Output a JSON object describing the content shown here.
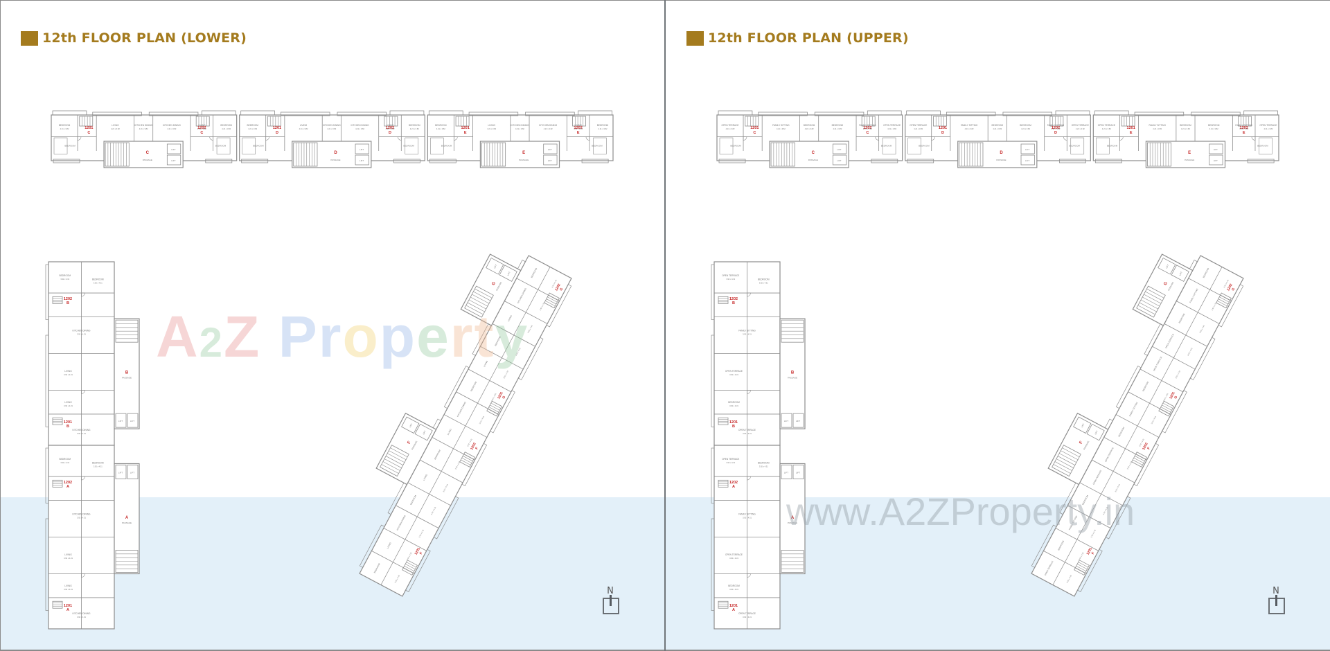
{
  "colors": {
    "accent": "#a47b1e",
    "background": "#ffffff",
    "band": "#e3f0f9",
    "wall": "#8d8d8d",
    "unit_label": "#c62828",
    "divider": "#6f7478"
  },
  "panels": [
    {
      "title": "12th FLOOR PLAN (LOWER)",
      "top_wing": {
        "units": [
          {
            "no": "1201",
            "block": "C"
          },
          {
            "no": "1202",
            "block": "C"
          },
          {
            "no": "1201",
            "block": "D"
          },
          {
            "no": "1202",
            "block": "D"
          },
          {
            "no": "1201",
            "block": "E"
          },
          {
            "no": "1202",
            "block": "E"
          }
        ],
        "cores": [
          {
            "block": "C",
            "label": "PASSAGE",
            "lift": "LIFT"
          },
          {
            "block": "D",
            "label": "PASSAGE",
            "lift": "LIFT"
          },
          {
            "block": "E",
            "label": "PASSAGE",
            "lift": "LIFT"
          }
        ],
        "rooms": [
          "BEDROOM",
          "LIVING",
          "KITCHEN DINING",
          "TOILET",
          "BALCONY",
          "FOYER",
          "WASH",
          "BEDROOM"
        ]
      },
      "left_wing": {
        "units": [
          {
            "no": "1202",
            "block": "B"
          },
          {
            "no": "1201",
            "block": "B"
          },
          {
            "no": "1202",
            "block": "A"
          },
          {
            "no": "1201",
            "block": "A"
          }
        ],
        "cores": [
          {
            "block": "B",
            "label": "PASSAGE",
            "lift": "LIFT"
          },
          {
            "block": "A",
            "label": "PASSAGE",
            "lift": "LIFT"
          }
        ],
        "rooms": [
          "BEDROOM",
          "KITCHEN DINING",
          "LIVING",
          "TOILET",
          "WASH",
          "FOYER"
        ]
      },
      "rotated_wing": {
        "units": [
          "1201 F",
          "1202 F",
          "1201 G",
          "1202 G"
        ],
        "cores": [
          "F",
          "G"
        ]
      },
      "north_label": "N"
    },
    {
      "title": "12th FLOOR PLAN (UPPER)",
      "top_wing": {
        "units": [
          {
            "no": "1201",
            "block": "C"
          },
          {
            "no": "1202",
            "block": "C"
          },
          {
            "no": "1201",
            "block": "D"
          },
          {
            "no": "1202",
            "block": "D"
          },
          {
            "no": "1201",
            "block": "E"
          },
          {
            "no": "1202",
            "block": "E"
          }
        ],
        "cores": [
          {
            "block": "C",
            "label": "PASSAGE",
            "lift": "LIFT"
          },
          {
            "block": "D",
            "label": "PASSAGE",
            "lift": "LIFT"
          },
          {
            "block": "E",
            "label": "PASSAGE",
            "lift": "LIFT"
          }
        ],
        "rooms": [
          "OPEN TERRACE",
          "FAMILY SITTING",
          "BEDROOM",
          "TOILET",
          "DRESS"
        ]
      },
      "left_wing": {
        "units": [
          {
            "no": "1202",
            "block": "B"
          },
          {
            "no": "1201",
            "block": "B"
          },
          {
            "no": "1202",
            "block": "A"
          },
          {
            "no": "1201",
            "block": "A"
          }
        ],
        "cores": [
          {
            "block": "B",
            "label": "PASSAGE",
            "lift": "LIFT"
          },
          {
            "block": "A",
            "label": "PASSAGE",
            "lift": "LIFT"
          }
        ],
        "rooms": [
          "OPEN TERRACE",
          "BEDROOM",
          "FAMILY SITTING",
          "DRESS",
          "TOILET"
        ]
      },
      "rotated_wing": {
        "units": [
          "1201 F",
          "1202 F",
          "1201 G",
          "1202 G"
        ],
        "cores": [
          "F",
          "G"
        ]
      },
      "north_label": "N"
    }
  ],
  "watermarks": {
    "logo_letters": [
      "A",
      "2",
      "Z",
      " ",
      "P",
      "r",
      "o",
      "p",
      "e",
      "r",
      "t",
      "y"
    ],
    "url": "www.A2ZProperty.in"
  }
}
